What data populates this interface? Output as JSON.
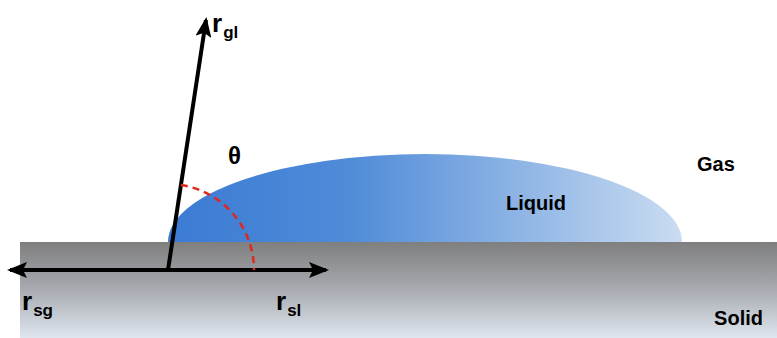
{
  "diagram": {
    "nodes": [
      {
        "text": [
          "Liquid"
        ]
      },
      {
        "text": [
          "Solid"
        ]
      }
    ],
    "labels": [
      "r",
      "gl",
      "θ",
      "Gas",
      "r",
      "sg",
      "r",
      "sl"
    ]
  }
}
